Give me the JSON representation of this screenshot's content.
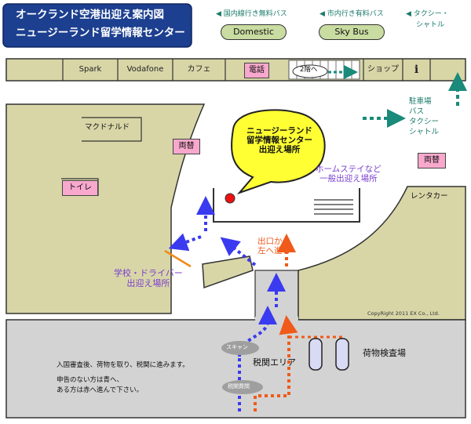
{
  "title": {
    "line1": "オークランド空港出迎え案内図",
    "line2": "ニュージーランド留学情報センター"
  },
  "top_labels": {
    "domestic_free_bus": "国内線行き無料バス",
    "city_paid_bus": "市内行き有料バス",
    "taxi_shuttle_1": "タクシー・",
    "taxi_shuttle_2": "シャトル"
  },
  "buses": {
    "domestic": "Domestic",
    "skybus": "Sky Bus"
  },
  "shops": {
    "spark": "Spark",
    "vodafone": "Vodafone",
    "cafe": "カフェ",
    "phone": "電話",
    "to_2f": "2階へ",
    "shop": "ショップ",
    "info": "i"
  },
  "right_labels": {
    "parking": "駐車場",
    "bus": "バス",
    "taxi": "タクシー",
    "shuttle": "シャトル"
  },
  "places": {
    "mcdonalds": "マクドナルド",
    "exchange_left": "両替",
    "toilet": "トイレ",
    "exchange_right": "両替",
    "rental_car": "レンタカー"
  },
  "callout": {
    "line1": "ニュージーランド",
    "line2": "留学情報センター",
    "line3": "出迎え場所"
  },
  "homestay": {
    "line1": "ホームステイなど",
    "line2": "一般出迎え場所"
  },
  "exit_note": {
    "line1": "出口から",
    "line2": "左へ進む"
  },
  "school": {
    "line1": "学校・ドライバー",
    "line2": "出迎え場所"
  },
  "copyright": "CopyRight 2011 EX Co., Ltd.",
  "customs": {
    "scan": "スキャン",
    "customs_area": "税関エリア",
    "inspection_small": "税関質問",
    "baggage_inspection": "荷物検査場"
  },
  "instructions": {
    "line1": "入国審査後、荷物を取り、税関に進みます。",
    "line2": "申告のない方は青へ、",
    "line3": "ある方は赤へ進んで下さい。"
  },
  "colors": {
    "title_bg": "#1c3f8f",
    "floor": "#d3d3d3",
    "block": "#d8d6a7",
    "pink": "#f7a8cc",
    "bus_pill": "#c9dca1",
    "teal_arrow": "#1a8a7a",
    "blue_path": "#3a3af0",
    "red_path": "#f05a1a",
    "purple_text": "#7a3fcf",
    "orange_text": "#f05a1a",
    "callout_bg": "#ffff33"
  }
}
